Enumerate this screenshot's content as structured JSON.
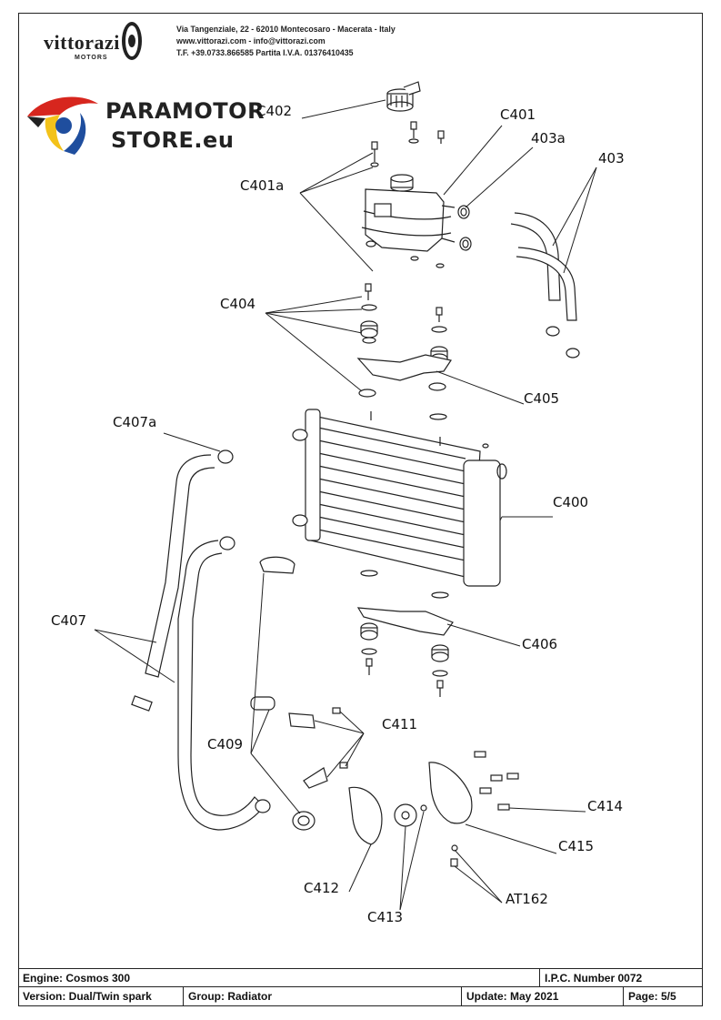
{
  "header": {
    "brand_name": "vittorazi",
    "brand_sub": "MOTORS",
    "address": "Via Tangenziale, 22 - 62010 Montecosaro - Macerata - Italy",
    "web": "www.vittorazi.com - info@vittorazi.com",
    "phone_vat": "T.F. +39.0733.866585 Partita I.V.A. 01376410435",
    "store_line1": "PARAMOTOR",
    "store_line2": "STORE.eu"
  },
  "callouts": {
    "c402": "C402",
    "c401": "C401",
    "c403a": "403a",
    "c403": "403",
    "c401a": "C401a",
    "c404": "C404",
    "c405": "C405",
    "c407a": "C407a",
    "c400": "C400",
    "c407": "C407",
    "c406": "C406",
    "c411": "C411",
    "c409": "C409",
    "c414": "C414",
    "c415": "C415",
    "c412": "C412",
    "at162": "AT162",
    "c413": "C413"
  },
  "title_block": {
    "engine": "Engine: Cosmos 300",
    "ipc": "I.P.C. Number 0072",
    "version": "Version: Dual/Twin spark",
    "group": "Group: Radiator",
    "update": "Update: May 2021",
    "page": "Page: 5/5"
  },
  "colors": {
    "line": "#222222",
    "store_red": "#d7261e",
    "store_yellow": "#f3c21a",
    "store_blue": "#1f4e9e"
  }
}
